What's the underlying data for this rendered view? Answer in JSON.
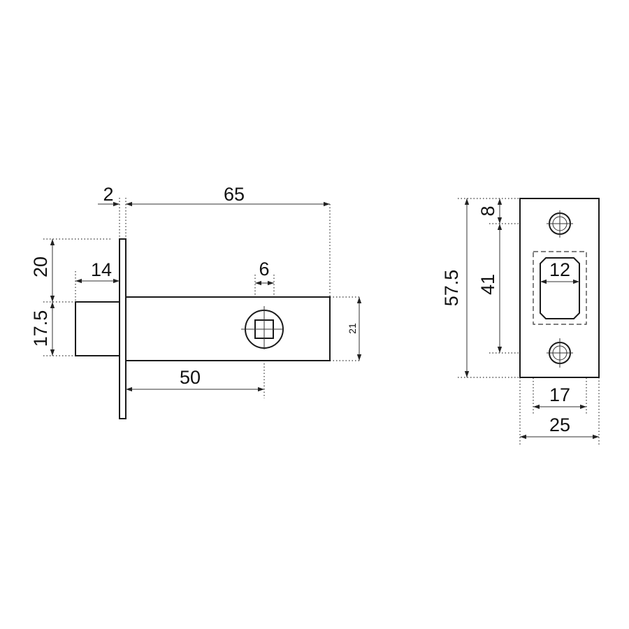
{
  "latch_view": {
    "dim_faceplate_thickness": "2",
    "dim_backset_total": "65",
    "dim_upper": "20",
    "dim_bolt_height": "17.5",
    "dim_bolt_projection": "14",
    "dim_spindle": "6",
    "dim_body_height": "21",
    "dim_backset": "50"
  },
  "strike_plate_view": {
    "dim_height": "57.5",
    "dim_hole_offset": "8",
    "dim_hole_spacing": "41",
    "dim_slot_width": "12",
    "dim_recess_width": "17",
    "dim_plate_width": "25"
  }
}
